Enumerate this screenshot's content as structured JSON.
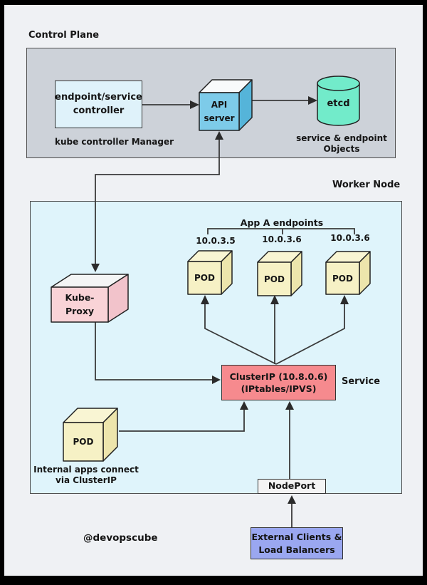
{
  "diagram": {
    "control_plane": {
      "title": "Control Plane",
      "manager_caption": "kube controller Manager",
      "controller": {
        "line1": "endpoint/service",
        "line2": "controller"
      },
      "api_server": {
        "line1": "API",
        "line2": "server"
      },
      "etcd_label": "etcd",
      "objects_caption": {
        "line1": "service & endpoint",
        "line2": "Objects"
      }
    },
    "worker": {
      "title": "Worker Node",
      "endpoints_caption": "App A endpoints",
      "pod_label": "POD",
      "pod_ips": [
        "10.0.3.5",
        "10.0.3.6",
        "10.0.3.6"
      ],
      "kube_proxy_label": "Kube-Proxy",
      "cluster_ip": {
        "line1": "ClusterIP (10.8.0.6)",
        "line2": "(IPtables/IPVS)"
      },
      "service_caption": "Service",
      "internal_caption": {
        "line1": "Internal apps connect",
        "line2": "via ClusterIP"
      },
      "node_port_label": "NodePort"
    },
    "external_clients": {
      "line1": "External Clients &",
      "line2": "Load Balancers"
    },
    "credit": "@devopscube"
  },
  "colors": {
    "background": "#EFF1F4",
    "frame": "#000000",
    "control_plane_panel": "#CDD2D9",
    "worker_node_panel": "#DFF4FB",
    "controller_box": "#DFF2FA",
    "api_server_front": "#7DCBE9",
    "api_server_side": "#55B4D9",
    "api_server_top": "#F8FAFB",
    "etcd_cylinder": "#72EBCA",
    "pod_front": "#F6F1C5",
    "pod_side": "#EDE5AC",
    "pod_top": "#F9F5D3",
    "kube_proxy_front": "#F9D3D7",
    "kube_proxy_side": "#F2C3CB",
    "kube_proxy_top": "#F4F5F5",
    "cluster_ip_box": "#F68A8E",
    "node_port_box": "#F4F4F4",
    "external_box": "#9AA7F0",
    "line": "#3A3A3A"
  }
}
